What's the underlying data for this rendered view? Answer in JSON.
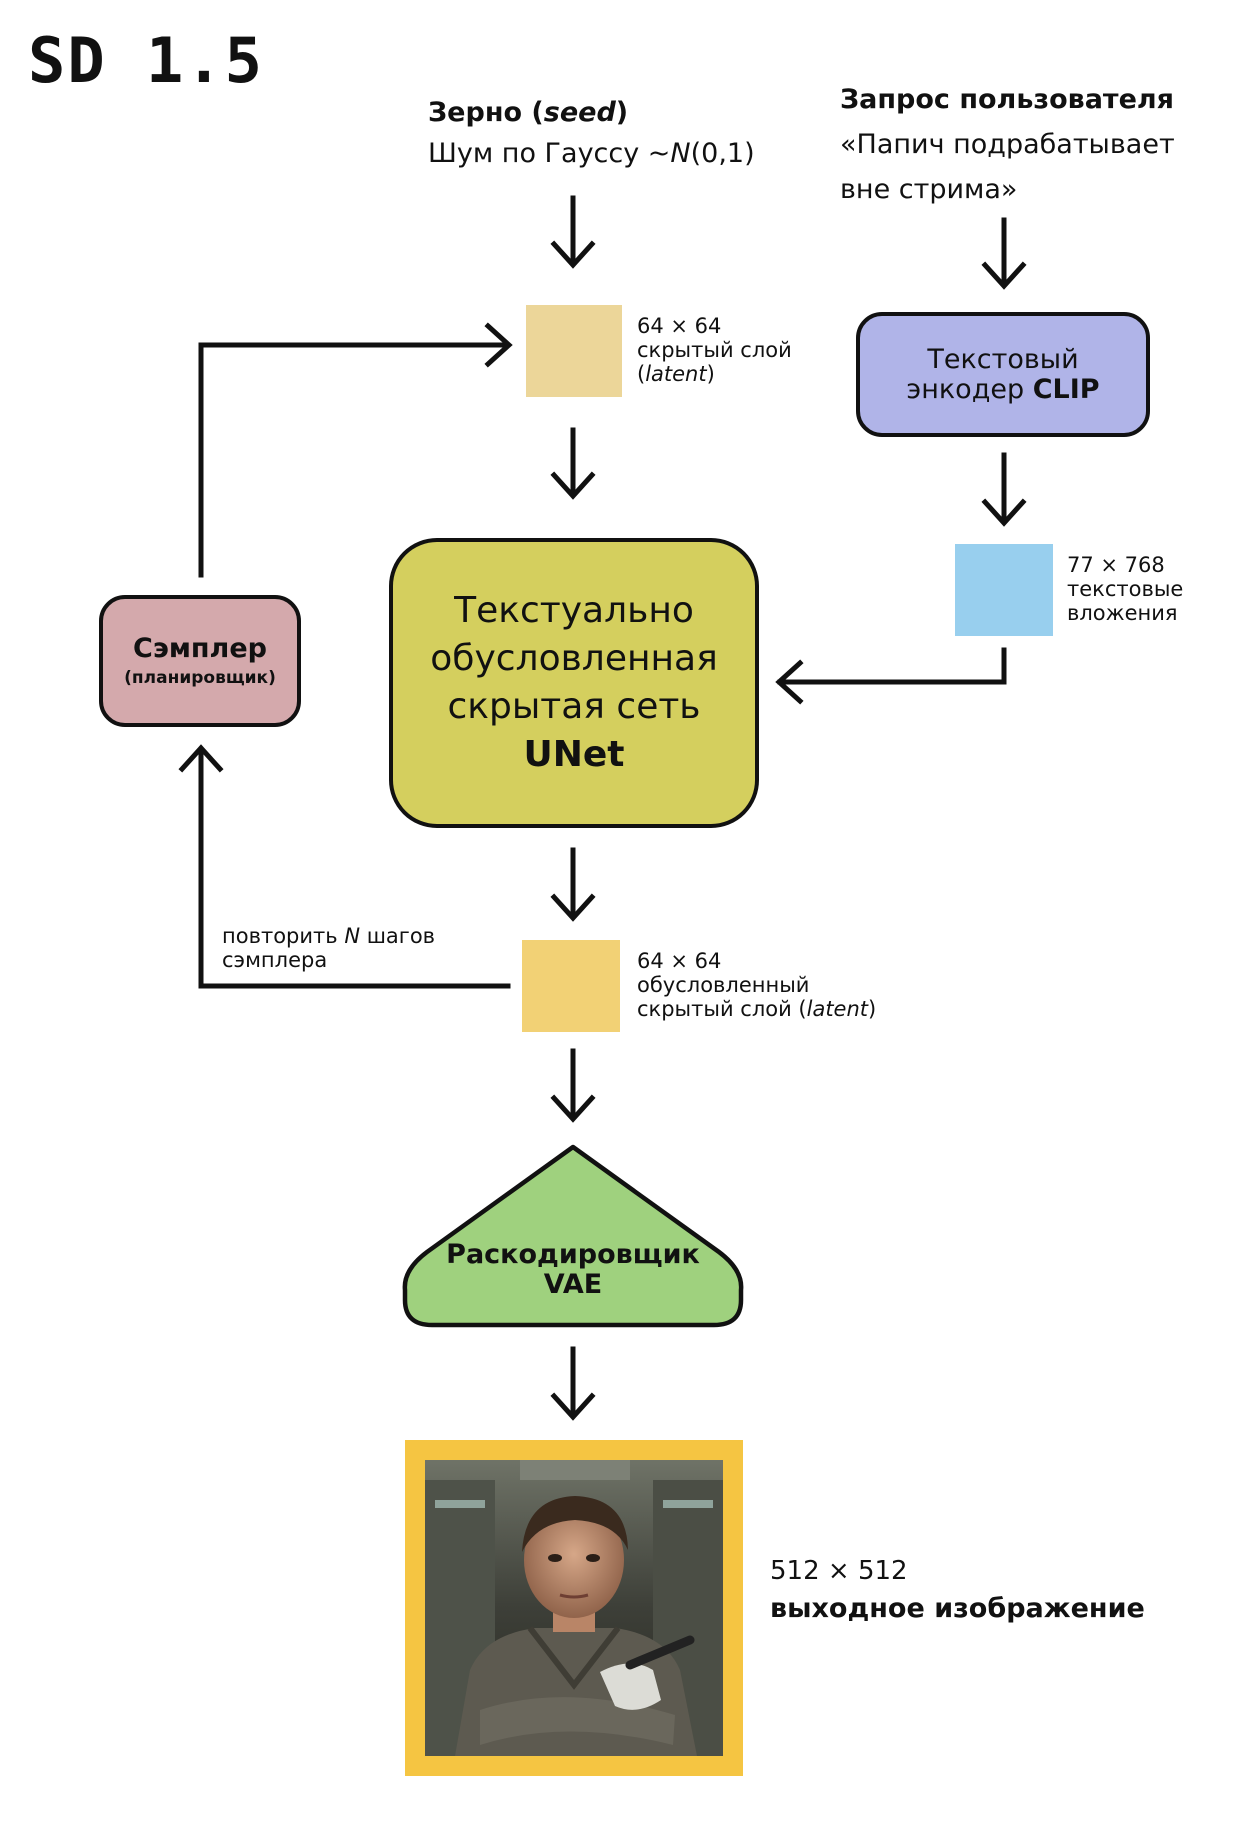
{
  "title": "SD 1.5",
  "seed": {
    "heading_main": "Зерно (",
    "heading_italic": "seed",
    "heading_close": ")",
    "noise_prefix": "Шум по Гауссу ~",
    "noise_italic": "N",
    "noise_suffix": "(0,1)"
  },
  "prompt": {
    "heading": "Запрос пользователя",
    "line1": "«Папич подрабатывает",
    "line2": "вне стрима»"
  },
  "latent_in": {
    "size": "64 × 64",
    "line2": "скрытый слой",
    "line3_open": "(",
    "line3_italic": "latent",
    "line3_close": ")"
  },
  "clip": {
    "line1": "Текстовый",
    "line2_reg": "энкодер ",
    "line2_bold": "CLIP"
  },
  "embeddings": {
    "size": "77 × 768",
    "line2": "текстовые",
    "line3": "вложения"
  },
  "unet": {
    "line1": "Текстуально",
    "line2": "обусловленная",
    "line3": "скрытая сеть",
    "line4": "UNet"
  },
  "sampler": {
    "title": "Сэмплер",
    "subtitle": "(планировщик)"
  },
  "repeat": {
    "prefix": "повторить ",
    "italic": "N",
    "suffix": " шагов",
    "line2": "сэмплера"
  },
  "latent_out": {
    "size": "64 × 64",
    "line2": "обусловленный",
    "line3_prefix": "скрытый слой (",
    "line3_italic": "latent",
    "line3_close": ")"
  },
  "vae": {
    "line1": "Раскодировщик",
    "line2": "VAE"
  },
  "output": {
    "size": "512 × 512",
    "label": "выходное изображение"
  },
  "colors": {
    "latent_in": "#ecd699",
    "latent_out": "#f2d175",
    "clip": "#b0b4e8",
    "embeddings": "#98cfee",
    "unet": "#d4cf5e",
    "sampler": "#d4a9ac",
    "vae": "#9fd17e",
    "frame": "#f5c542"
  }
}
